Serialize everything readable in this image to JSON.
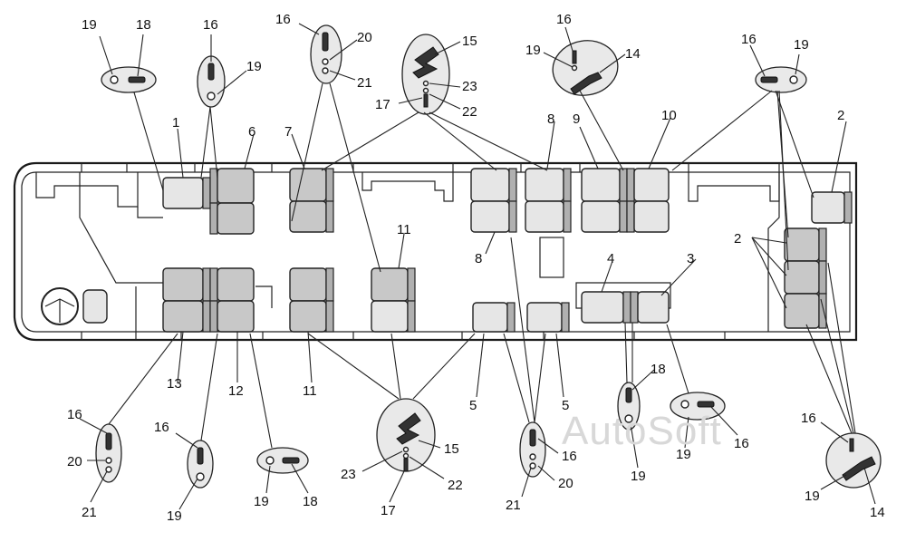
{
  "figure": {
    "watermark": "AutoSoft",
    "callouts": [
      {
        "id": "c1",
        "text": "1"
      },
      {
        "id": "c2a",
        "text": "2"
      },
      {
        "id": "c2b",
        "text": "2"
      },
      {
        "id": "c3",
        "text": "3"
      },
      {
        "id": "c4",
        "text": "4"
      },
      {
        "id": "c5a",
        "text": "5"
      },
      {
        "id": "c5b",
        "text": "5"
      },
      {
        "id": "c6",
        "text": "6"
      },
      {
        "id": "c7",
        "text": "7"
      },
      {
        "id": "c8a",
        "text": "8"
      },
      {
        "id": "c8b",
        "text": "8"
      },
      {
        "id": "c9",
        "text": "9"
      },
      {
        "id": "c10",
        "text": "10"
      },
      {
        "id": "c11a",
        "text": "11"
      },
      {
        "id": "c11b",
        "text": "11"
      },
      {
        "id": "c12",
        "text": "12"
      },
      {
        "id": "c13",
        "text": "13"
      },
      {
        "id": "t19a",
        "text": "19"
      },
      {
        "id": "t18a",
        "text": "18"
      },
      {
        "id": "t16b",
        "text": "16"
      },
      {
        "id": "t19b",
        "text": "19"
      },
      {
        "id": "t16c",
        "text": "16"
      },
      {
        "id": "t20c",
        "text": "20"
      },
      {
        "id": "t21c",
        "text": "21"
      },
      {
        "id": "t15d",
        "text": "15"
      },
      {
        "id": "t23d",
        "text": "23"
      },
      {
        "id": "t17d",
        "text": "17"
      },
      {
        "id": "t22d",
        "text": "22"
      },
      {
        "id": "t16e",
        "text": "16"
      },
      {
        "id": "t19e",
        "text": "19"
      },
      {
        "id": "t14e",
        "text": "14"
      },
      {
        "id": "t16f",
        "text": "16"
      },
      {
        "id": "t19f",
        "text": "19"
      },
      {
        "id": "b16a",
        "text": "16"
      },
      {
        "id": "b20a",
        "text": "20"
      },
      {
        "id": "b21a",
        "text": "21"
      },
      {
        "id": "b16b",
        "text": "16"
      },
      {
        "id": "b19b",
        "text": "19"
      },
      {
        "id": "b19c",
        "text": "19"
      },
      {
        "id": "b18c",
        "text": "18"
      },
      {
        "id": "b15d",
        "text": "15"
      },
      {
        "id": "b23d",
        "text": "23"
      },
      {
        "id": "b22d",
        "text": "22"
      },
      {
        "id": "b17d",
        "text": "17"
      },
      {
        "id": "b16e",
        "text": "16"
      },
      {
        "id": "b20e",
        "text": "20"
      },
      {
        "id": "b21e",
        "text": "21"
      },
      {
        "id": "b18f",
        "text": "18"
      },
      {
        "id": "b19f",
        "text": "19"
      },
      {
        "id": "b19g",
        "text": "19"
      },
      {
        "id": "b16g",
        "text": "16"
      },
      {
        "id": "b16h",
        "text": "16"
      },
      {
        "id": "b19h",
        "text": "19"
      },
      {
        "id": "b14h",
        "text": "14"
      }
    ]
  }
}
